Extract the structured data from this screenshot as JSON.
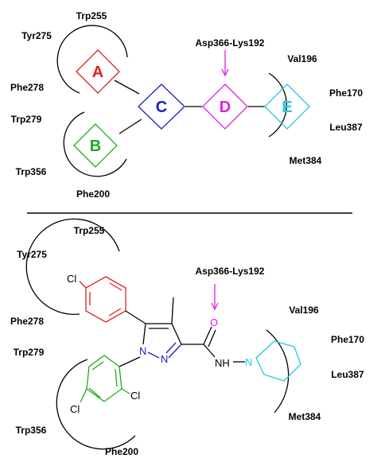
{
  "colors": {
    "black": "#000000",
    "A": "#e0201b",
    "B": "#1faa1f",
    "C": "#1a1fb5",
    "D": "#e020e0",
    "E": "#20c8e0"
  },
  "schematic": {
    "nodes": {
      "A": "A",
      "B": "B",
      "C": "C",
      "D": "D",
      "E": "E"
    },
    "residues": {
      "trp255": "Trp255",
      "tyr275": "Tyr275",
      "phe278": "Phe278",
      "trp279": "Trp279",
      "trp356": "Trp356",
      "phe200": "Phe200",
      "asp_lys": "Asp366-Lys192",
      "val196": "Val196",
      "phe170": "Phe170",
      "leu387": "Leu387",
      "met384": "Met384"
    }
  },
  "molecule": {
    "residues": {
      "trp255": "Trp255",
      "tyr275": "Tyr275",
      "phe278": "Phe278",
      "trp279": "Trp279",
      "trp356": "Trp356",
      "phe200": "Phe200",
      "asp_lys": "Asp366-Lys192",
      "val196": "Val196",
      "phe170": "Phe170",
      "leu387": "Leu387",
      "met384": "Met384"
    },
    "atoms": {
      "cl_top": "Cl",
      "cl_left": "Cl",
      "cl_right": "Cl",
      "n1": "N",
      "n2": "N",
      "o": "O",
      "nh": "NH",
      "n_pip": "N"
    }
  }
}
